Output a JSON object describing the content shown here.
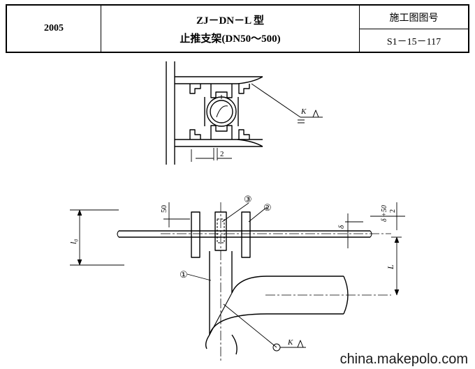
{
  "title_block": {
    "year": "2005",
    "name_line1": "ZJ－DN－L 型",
    "name_line2": "止推支架(DN50～500)",
    "code_label": "施工图图号",
    "code_value": "S1－15－117"
  },
  "top_view": {
    "weld_symbol": "K",
    "dim_gap": "2"
  },
  "side_view": {
    "dim_50": "50",
    "dim_l0": "l₀",
    "dim_delta": "δ",
    "dim_delta_50": "δ +50",
    "dim_delta_50_den": "2",
    "dim_L": "L",
    "weld_symbol": "K",
    "callouts": [
      "①",
      "②",
      "③"
    ]
  },
  "watermark": "china.makepolo.com"
}
